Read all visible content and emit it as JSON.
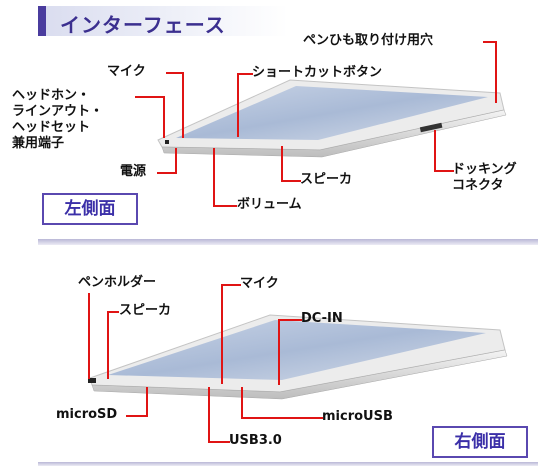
{
  "header": {
    "title": "インターフェース"
  },
  "left_side": {
    "caption": "左側面",
    "labels": {
      "pen_strap_hole": "ペンひも取り付け用穴",
      "mic": "マイク",
      "shortcut_button": "ショートカットボタン",
      "headphone_jack": "ヘッドホン・\nラインアウト・\nヘッドセット\n兼用端子",
      "power": "電源",
      "speaker": "スピーカ",
      "docking_connector": "ドッキング\nコネクタ",
      "volume": "ボリューム"
    }
  },
  "right_side": {
    "caption": "右側面",
    "labels": {
      "pen_holder": "ペンホルダー",
      "mic": "マイク",
      "speaker": "スピーカ",
      "dc_in": "DC-IN",
      "microsd": "microSD",
      "microusb": "microUSB",
      "usb3": "USB3.0"
    }
  },
  "colors": {
    "accent": "#e01414",
    "brand": "#3b2fa8"
  }
}
